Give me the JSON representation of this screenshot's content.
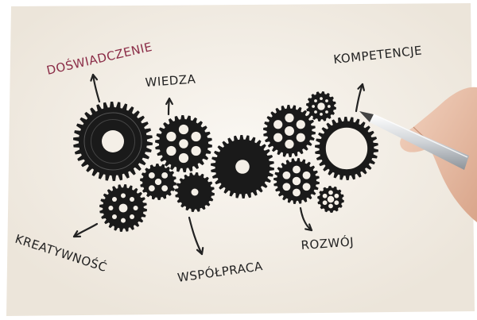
{
  "labels": {
    "doswiadczenie": "DOŚWIADCZENIE",
    "wiedza": "WIEDZA",
    "kompetencje": "KOMPETENCJE",
    "kreatywnosc": "KREATYWNOŚĆ",
    "wspolpraca": "WSPÓŁPRACA",
    "rozwoj": "ROZWÓJ"
  },
  "colors": {
    "gear": "#1a1a1a",
    "text": "#222222",
    "accent": "#8a2b46",
    "paper": "#f4efe7",
    "background": "#ffffff",
    "skin": "#e8c0a8",
    "pen": "#d9dcdf"
  }
}
